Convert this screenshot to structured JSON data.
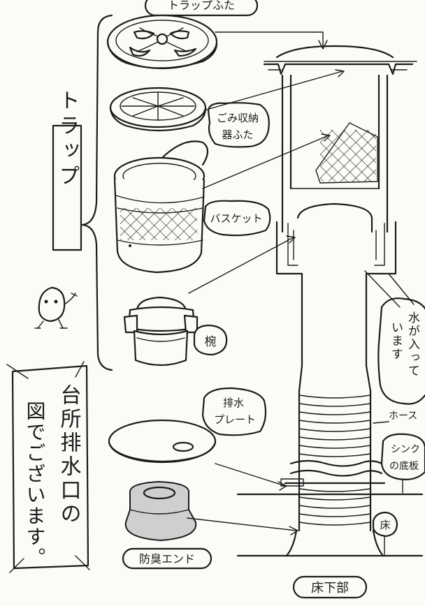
{
  "labels": {
    "trap_lid": "トラップふた",
    "trash_lid_1": "ごみ収納",
    "trash_lid_2": "器ふた",
    "trap": "トラップ",
    "basket": "バスケット",
    "bowl": "椀",
    "drain_plate_1": "排水",
    "drain_plate_2": "プレート",
    "odor_end": "防臭エンド",
    "water_1": "水が入って",
    "water_2": "います",
    "hose": "ホース",
    "sink_bottom_1": "シンク",
    "sink_bottom_2": "の底板",
    "floor": "床",
    "underfloor": "床下部"
  },
  "title_card": {
    "line1": "台所排水口の",
    "line2": "図でございます。"
  }
}
